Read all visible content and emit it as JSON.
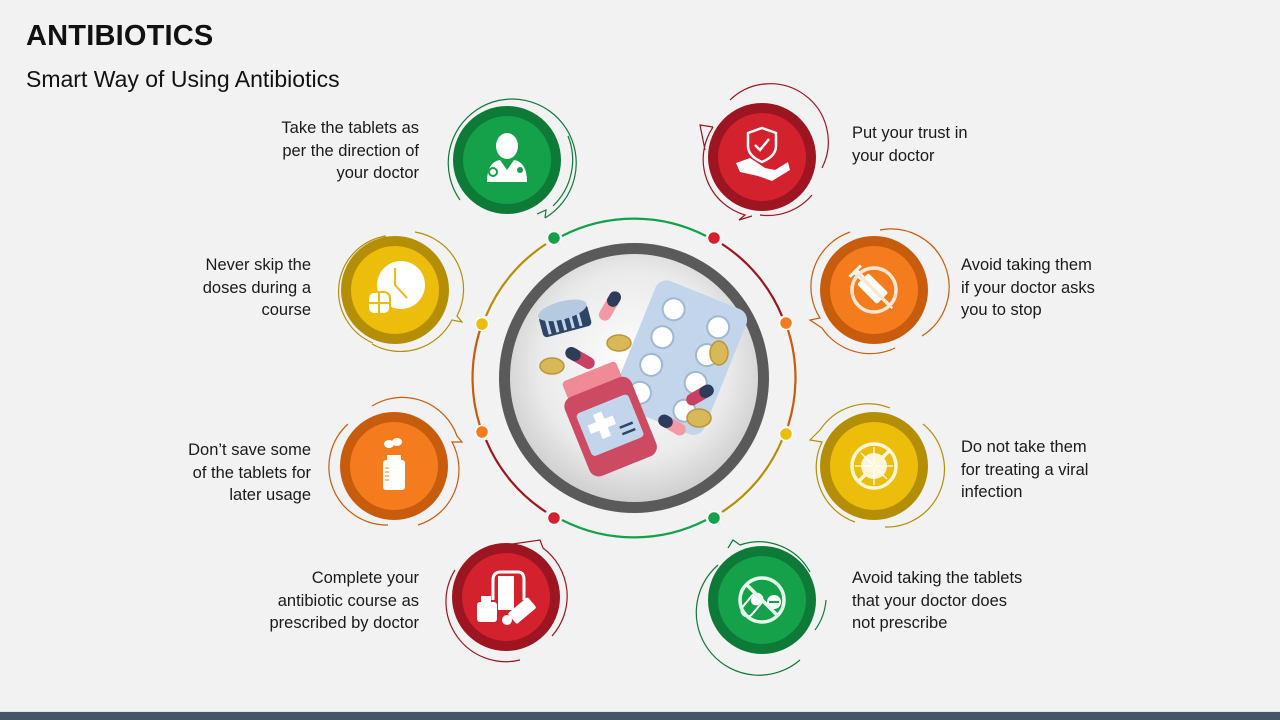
{
  "header": {
    "title": "ANTIBIOTICS",
    "subtitle": "Smart Way of Using Antibiotics"
  },
  "colors": {
    "green": "#14a14a",
    "green_dark": "#0e7a37",
    "red": "#d3212e",
    "red_dark": "#9c1520",
    "yellow": "#ecbd0b",
    "yellow_dark": "#b48f06",
    "orange": "#f47c1c",
    "orange_dark": "#c85c0d",
    "center_ring": "#5a5a5a",
    "background": "#f2f2f2",
    "footer": "#475569"
  },
  "center": {
    "icon": "medicine-bottle-and-pills-icon"
  },
  "items": [
    {
      "id": "left-1",
      "side": "left",
      "color": "green",
      "icon": "doctor-icon",
      "lines": [
        "Take the tablets as",
        "per the direction of",
        "your doctor"
      ]
    },
    {
      "id": "left-2",
      "side": "left",
      "color": "yellow",
      "icon": "clock-pills-icon",
      "lines": [
        "Never skip the",
        "doses during a",
        "course"
      ]
    },
    {
      "id": "left-3",
      "side": "left",
      "color": "orange",
      "icon": "pill-bottle-icon",
      "lines": [
        "Don’t save some",
        "of the tablets for",
        "later usage"
      ]
    },
    {
      "id": "left-4",
      "side": "left",
      "color": "red",
      "icon": "prescription-medicine-icon",
      "lines": [
        "Complete your",
        "antibiotic course as",
        "prescribed by doctor"
      ]
    },
    {
      "id": "right-1",
      "side": "right",
      "color": "red",
      "icon": "trust-handshake-shield-icon",
      "lines": [
        "Put your trust in",
        "your doctor"
      ]
    },
    {
      "id": "right-2",
      "side": "right",
      "color": "orange",
      "icon": "no-syringe-icon",
      "lines": [
        "Avoid taking them",
        "if your doctor asks",
        "you to stop"
      ]
    },
    {
      "id": "right-3",
      "side": "right",
      "color": "yellow",
      "icon": "no-virus-icon",
      "lines": [
        "Do not take them",
        "for treating a viral",
        "infection"
      ]
    },
    {
      "id": "right-4",
      "side": "right",
      "color": "green",
      "icon": "no-pills-icon",
      "lines": [
        "Avoid taking the tablets",
        "that your doctor does",
        "not prescribe"
      ]
    }
  ]
}
